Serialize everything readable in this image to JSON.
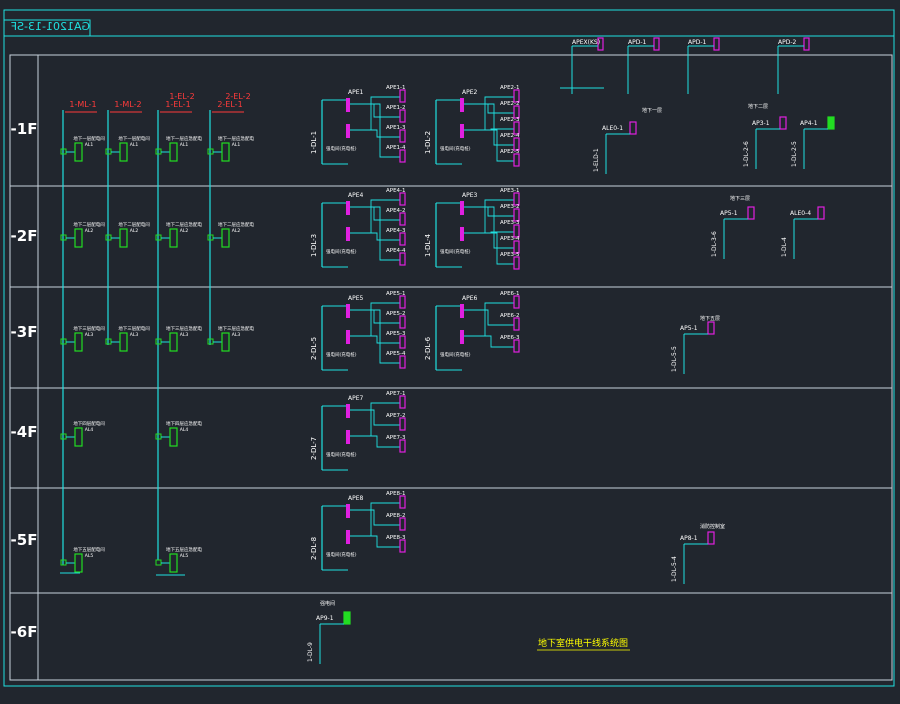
{
  "header": {
    "code": "GA1201-13-SF"
  },
  "floors": [
    "-1F",
    "-2F",
    "-3F",
    "-4F",
    "-5F",
    "-6F"
  ],
  "footer_title": "地下室供电干线系统图",
  "colors": {
    "background": "#21262e",
    "grid": "#c8d2dc",
    "line": "#1fe0e0",
    "box": "#e020e0",
    "green": "#22dd22",
    "red": "#ff3b3b",
    "text": "#ffffff",
    "title": "#ffff00"
  },
  "risers": [
    {
      "label": "1-ML-1",
      "floor_labels": [
        "地下一层配电间",
        "地下二层配电间",
        "地下三层配电间",
        "地下四层配电间",
        "地下五层配电间"
      ]
    },
    {
      "label": "1-ML-2",
      "floor_labels": [
        "地下一层配电间",
        "地下二层配电间",
        "地下三层配电间"
      ]
    },
    {
      "label": "1-EL-1",
      "floor_labels": [
        "地下一层应急配电",
        "地下二层应急配电",
        "地下三层应急配电",
        "地下四层应急配电",
        "地下五层应急配电"
      ]
    },
    {
      "label": "2-EL-1",
      "floor_labels": [
        "地下一层应急配电",
        "地下二层应急配电",
        "地下三层应急配电"
      ]
    }
  ],
  "riser_labels_2": [
    "1-EL-2",
    "2-EL-2"
  ],
  "al_panels": [
    "AL1",
    "AL2",
    "AL3",
    "AL4",
    "AL5"
  ],
  "ape_groups": [
    {
      "floor": 0,
      "cable": "1-DL-1",
      "panels": [
        "APE1",
        "APE1-1",
        "APE1-2",
        "APE1-3",
        "APE1-4"
      ],
      "sub": "强电间(充电桩)"
    },
    {
      "floor": 0,
      "cable": "1-DL-2",
      "panels": [
        "APE2",
        "APE2-1",
        "APE2-2",
        "APE2-3",
        "APE2-4",
        "APE2-5"
      ],
      "sub": "强电间(充电桩)"
    },
    {
      "floor": 1,
      "cable": "1-DL-3",
      "panels": [
        "APE4",
        "APE4-1",
        "APE4-2",
        "APE4-3",
        "APE4-4"
      ],
      "sub": "强电间(充电桩)"
    },
    {
      "floor": 1,
      "cable": "1-DL-4",
      "panels": [
        "APE3",
        "APE3-1",
        "APE3-2",
        "APE3-3",
        "APE3-4",
        "APE3-5"
      ],
      "sub": "强电间(充电桩)"
    },
    {
      "floor": 2,
      "cable": "2-DL-5",
      "panels": [
        "APE5",
        "APE5-1",
        "APE5-2",
        "APE5-3",
        "APE5-4"
      ],
      "sub": "强电间(充电桩)"
    },
    {
      "floor": 2,
      "cable": "2-DL-6",
      "panels": [
        "APE6",
        "APE6-1",
        "APE6-2",
        "APE6-3"
      ],
      "sub": "强电间(充电桩)"
    },
    {
      "floor": 3,
      "cable": "2-DL-7",
      "panels": [
        "APE7",
        "APE7-1",
        "APE7-2",
        "APE7-3"
      ],
      "sub": "强电间(充电桩)"
    },
    {
      "floor": 4,
      "cable": "2-DL-8",
      "panels": [
        "APE8",
        "APE8-1",
        "APE8-2",
        "APE8-3"
      ],
      "sub": "强电间(充电桩)"
    }
  ],
  "top_panels": [
    "APEX(KS)",
    "APD-1",
    "APD-1",
    "APD-2"
  ],
  "right_panels": [
    {
      "label": "ALE0-1",
      "cable": "1-ELD-1"
    },
    {
      "label": "AP3-1",
      "cable": "1-DL-2-6"
    },
    {
      "label": "AP4-1",
      "cable": "1-DL-2-5"
    },
    {
      "label": "AP5-1",
      "cable": "1-DL-3-6"
    },
    {
      "label": "ALE0-4",
      "cable": "1-DL-4"
    },
    {
      "label": "AP5-1",
      "cable": "1-DL-5-5"
    },
    {
      "label": "AP8-1",
      "cable": "1-DL-5-4"
    },
    {
      "label": "AP9-1",
      "cable": "1-DL-9"
    }
  ],
  "right_texts": [
    "地下一层",
    "地下二层",
    "地下三层",
    "地下五层",
    "消防控制室",
    "强电间"
  ]
}
